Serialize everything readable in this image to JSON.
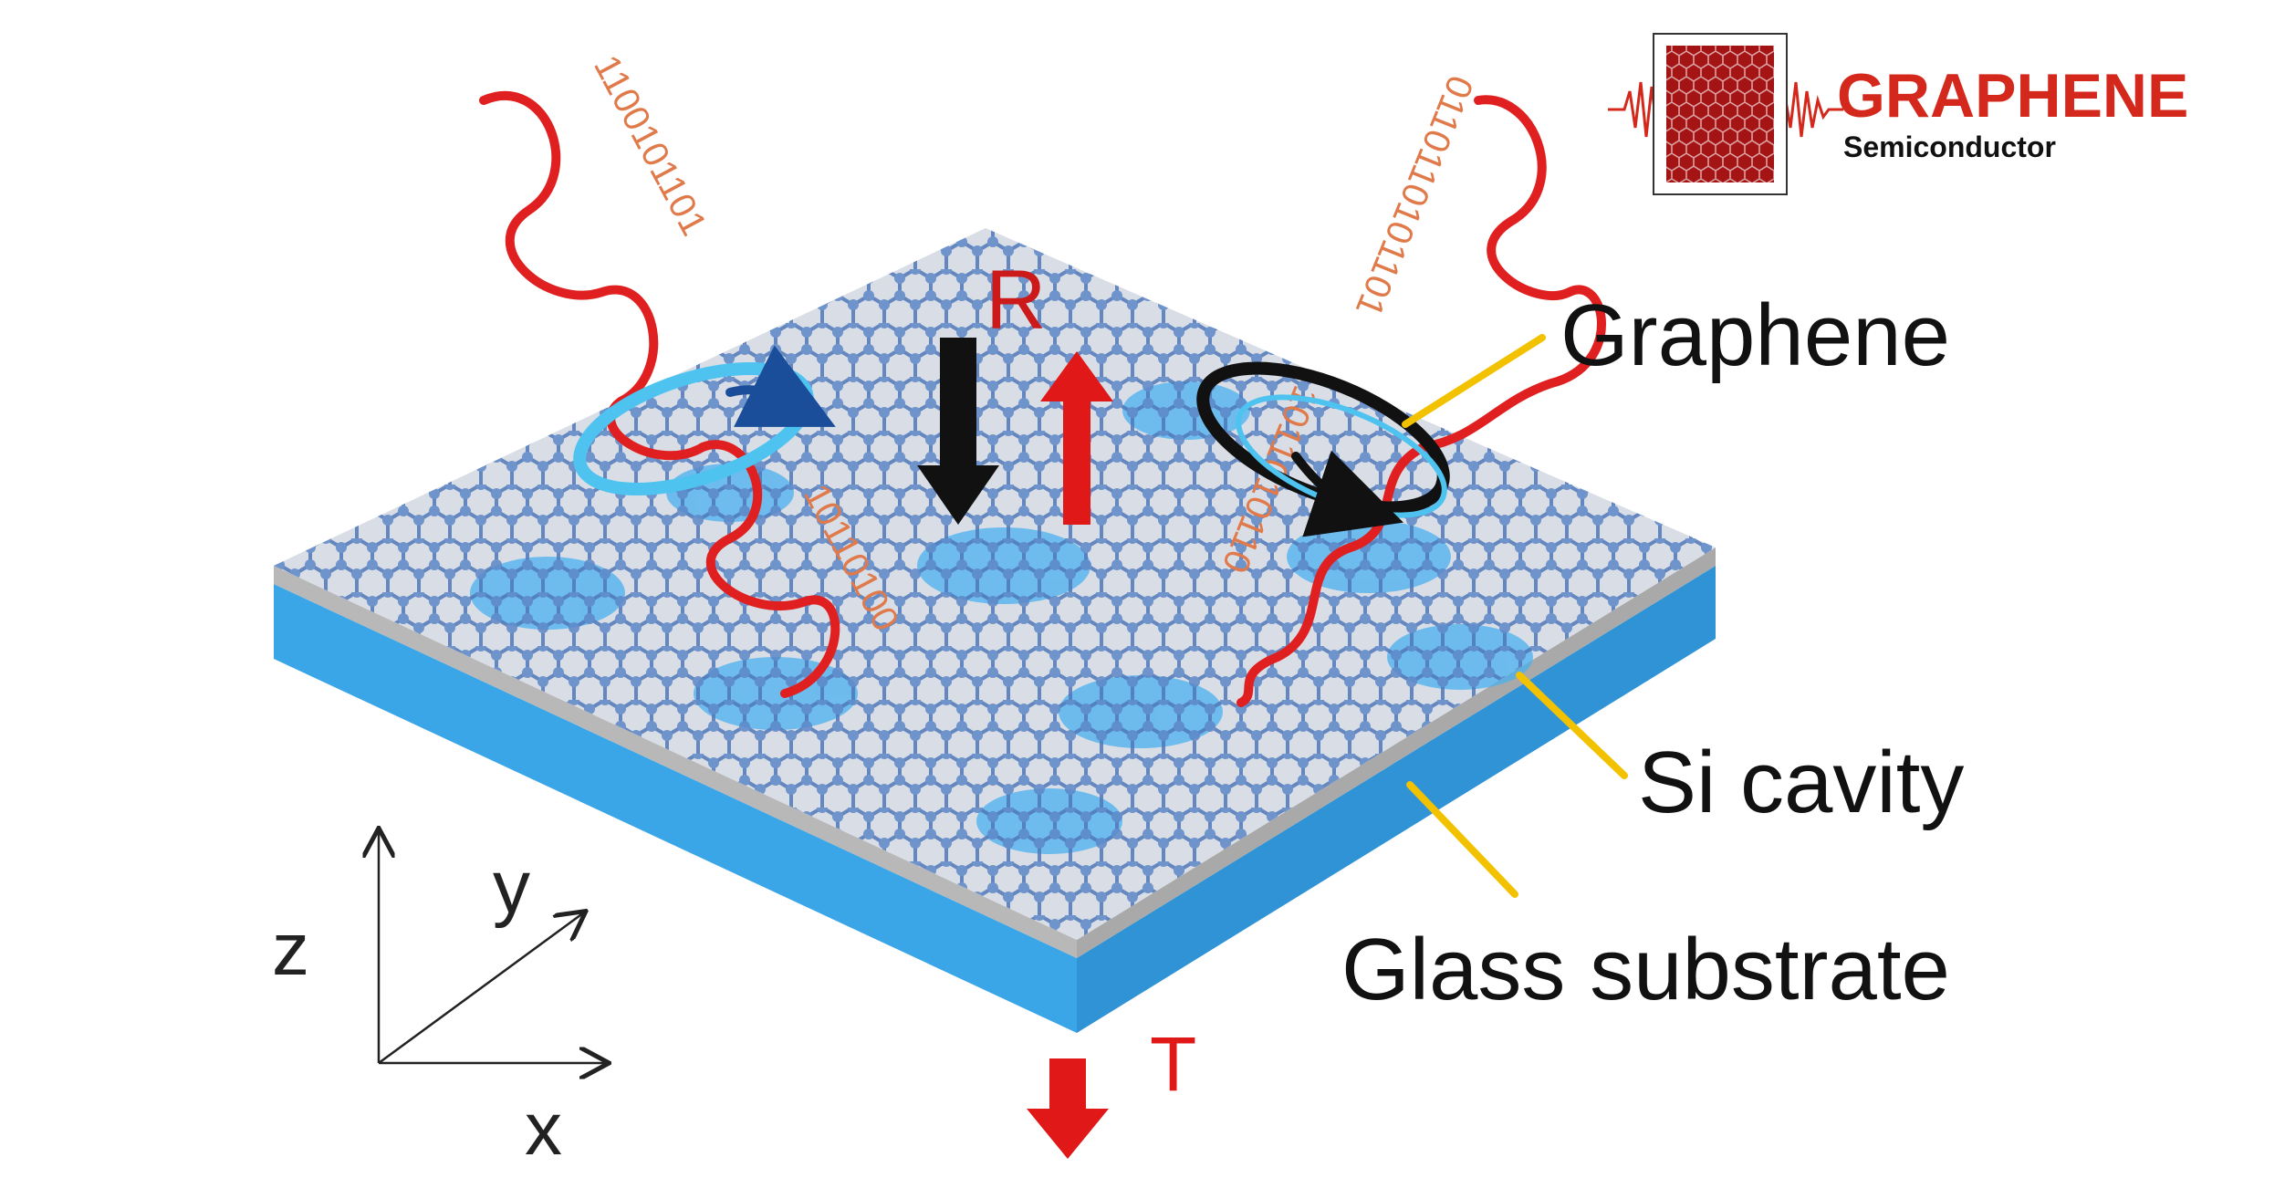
{
  "labels": {
    "graphene": "Graphene",
    "si_cavity": "Si cavity",
    "glass_substrate": "Glass substrate",
    "reflection": "R",
    "transmission": "T"
  },
  "axes": {
    "x": "x",
    "y": "y",
    "z": "z"
  },
  "binary": {
    "left_incoming": "1100101101",
    "left_reflected": "10110100",
    "right_incoming": "0110110101101",
    "right_reflected": "1011010110"
  },
  "logo": {
    "title": "GRAPHENE",
    "subtitle": "Semiconductor"
  },
  "colors": {
    "wave_red": "#e02020",
    "arrow_red": "#e01818",
    "leader_yellow": "#f2c200",
    "lattice_blue": "#5e88c8",
    "substrate_blue": "#3aa6e8",
    "logo_red": "#d3281b",
    "binary_orange": "#e07a4a"
  }
}
